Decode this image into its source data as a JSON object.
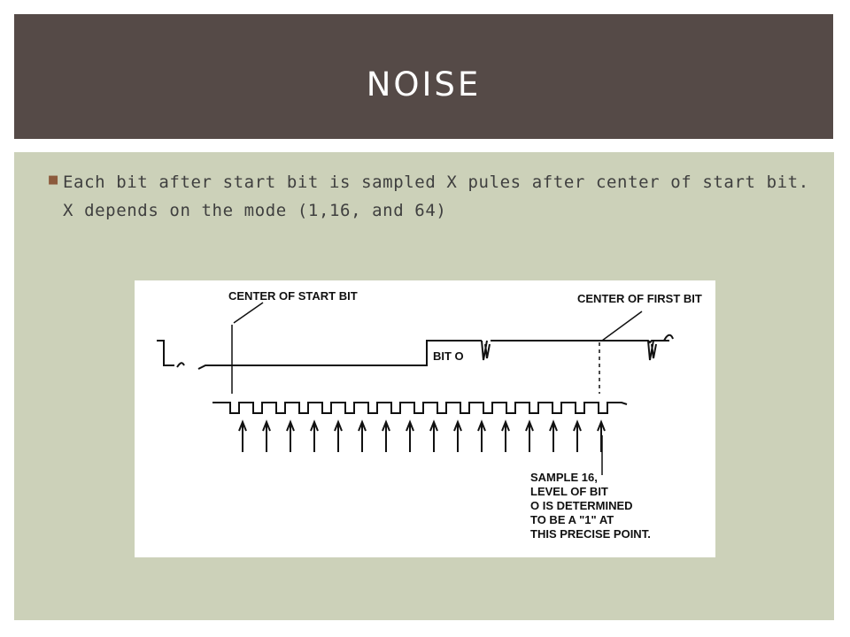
{
  "slide": {
    "title": "NOISE",
    "bullet": "Each bit after start bit is sampled X pules after center of start bit. X depends on the mode (1,16, and 64)"
  },
  "figure": {
    "label_start": "CENTER OF START BIT",
    "label_first": "CENTER OF FIRST BIT",
    "label_bit0": "BIT O",
    "sample_note": [
      "SAMPLE 16,",
      "LEVEL OF BIT",
      "O IS DETERMINED",
      "TO BE A \"1\" AT",
      "THIS PRECISE POINT."
    ]
  },
  "colors": {
    "title_bg": "#554a47",
    "panel_bg": "#ccd1b9",
    "bullet": "#8c5a3c"
  }
}
